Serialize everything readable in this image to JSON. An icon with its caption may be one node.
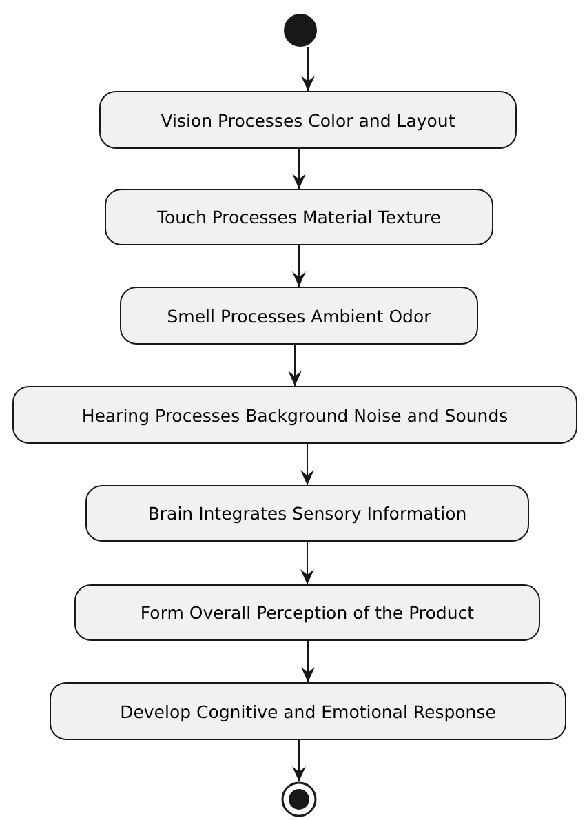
{
  "diagram": {
    "nodes": [
      {
        "text": [],
        "shape": "circle"
      },
      {
        "text": [
          "Vision Processes Color and Layout"
        ]
      },
      {
        "text": [
          "Touch Processes Material Texture"
        ]
      },
      {
        "text": [
          "Smell Processes Ambient Odor"
        ]
      },
      {
        "text": [
          "Hearing Processes Background Noise and Sounds"
        ]
      },
      {
        "text": [
          "Brain Integrates Sensory Information"
        ]
      },
      {
        "text": [
          "Form Overall Perception of the Product"
        ]
      },
      {
        "text": [
          "Develop Cognitive and Emotional Response"
        ]
      },
      {
        "text": [],
        "shape": "circle"
      }
    ],
    "edges": [
      {
        "from": 0,
        "to": 1,
        "arrow": "to"
      },
      {
        "from": 1,
        "to": 2,
        "arrow": "to"
      },
      {
        "from": 2,
        "to": 3,
        "arrow": "to"
      },
      {
        "from": 3,
        "to": 4,
        "arrow": "to"
      },
      {
        "from": 4,
        "to": 5,
        "arrow": "to"
      },
      {
        "from": 5,
        "to": 6,
        "arrow": "to"
      },
      {
        "from": 6,
        "to": 7,
        "arrow": "to"
      },
      {
        "from": 7,
        "to": 8,
        "arrow": "to"
      }
    ]
  }
}
